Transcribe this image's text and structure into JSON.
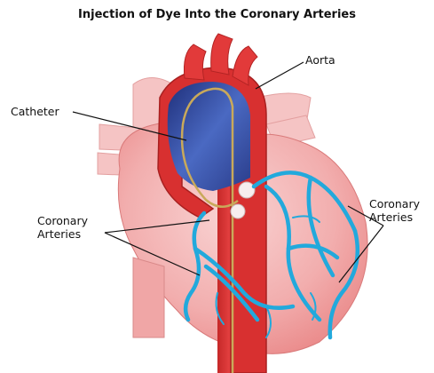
{
  "title": "Injection of Dye Into the Coronary Arteries",
  "labels": {
    "aorta": "Aorta",
    "catheter": "Catheter",
    "coronary_left": [
      "Coronary",
      "Arteries"
    ],
    "coronary_right": [
      "Coronary",
      "Arteries"
    ]
  },
  "colors": {
    "heart_light": "#f4b8b8",
    "heart_mid": "#ec9090",
    "aorta_red": "#e23a3a",
    "aorta_dark": "#b32424",
    "artery_blue": "#22a9dc",
    "aortic_arch_inner": "#2f3f8f",
    "catheter_line": "#c9a95a"
  }
}
